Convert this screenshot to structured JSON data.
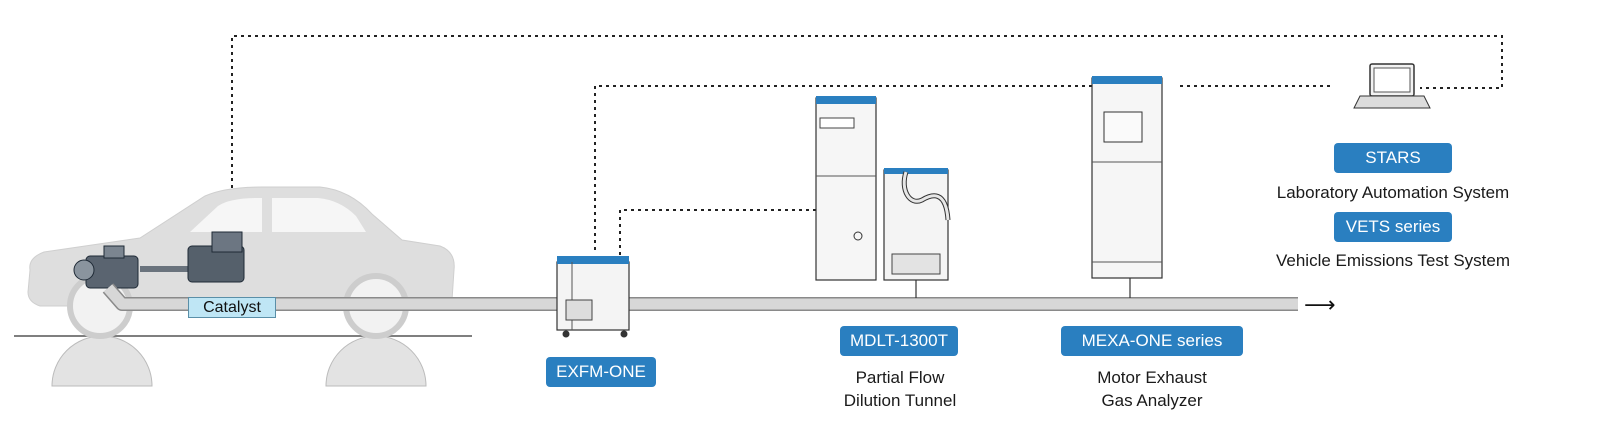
{
  "labels": {
    "catalyst": "Catalyst",
    "exfm": "EXFM-ONE",
    "mdlt": "MDLT-1300T",
    "mdlt_desc_1": "Partial Flow",
    "mdlt_desc_2": "Dilution Tunnel",
    "mexa": "MEXA-ONE series",
    "mexa_desc_1": "Motor Exhaust",
    "mexa_desc_2": "Gas Analyzer",
    "stars": "STARS",
    "stars_desc": "Laboratory Automation System",
    "vets": "VETS series",
    "vets_desc": "Vehicle Emissions Test System"
  },
  "icons": {
    "vehicle": "car-on-chassis-dynamometer",
    "exfm": "exhaust-flow-meter-unit",
    "mdlt": "dilution-tunnel-cabinet",
    "mexa": "gas-analyzer-cabinet",
    "stars": "laptop-icon",
    "flow": "arrow-right-icon"
  },
  "colors": {
    "badge": "#2a7fc0",
    "catalyst_fill": "#bfe6f5",
    "pipe": "#d5d5d5",
    "car": "#dcdcdc"
  }
}
